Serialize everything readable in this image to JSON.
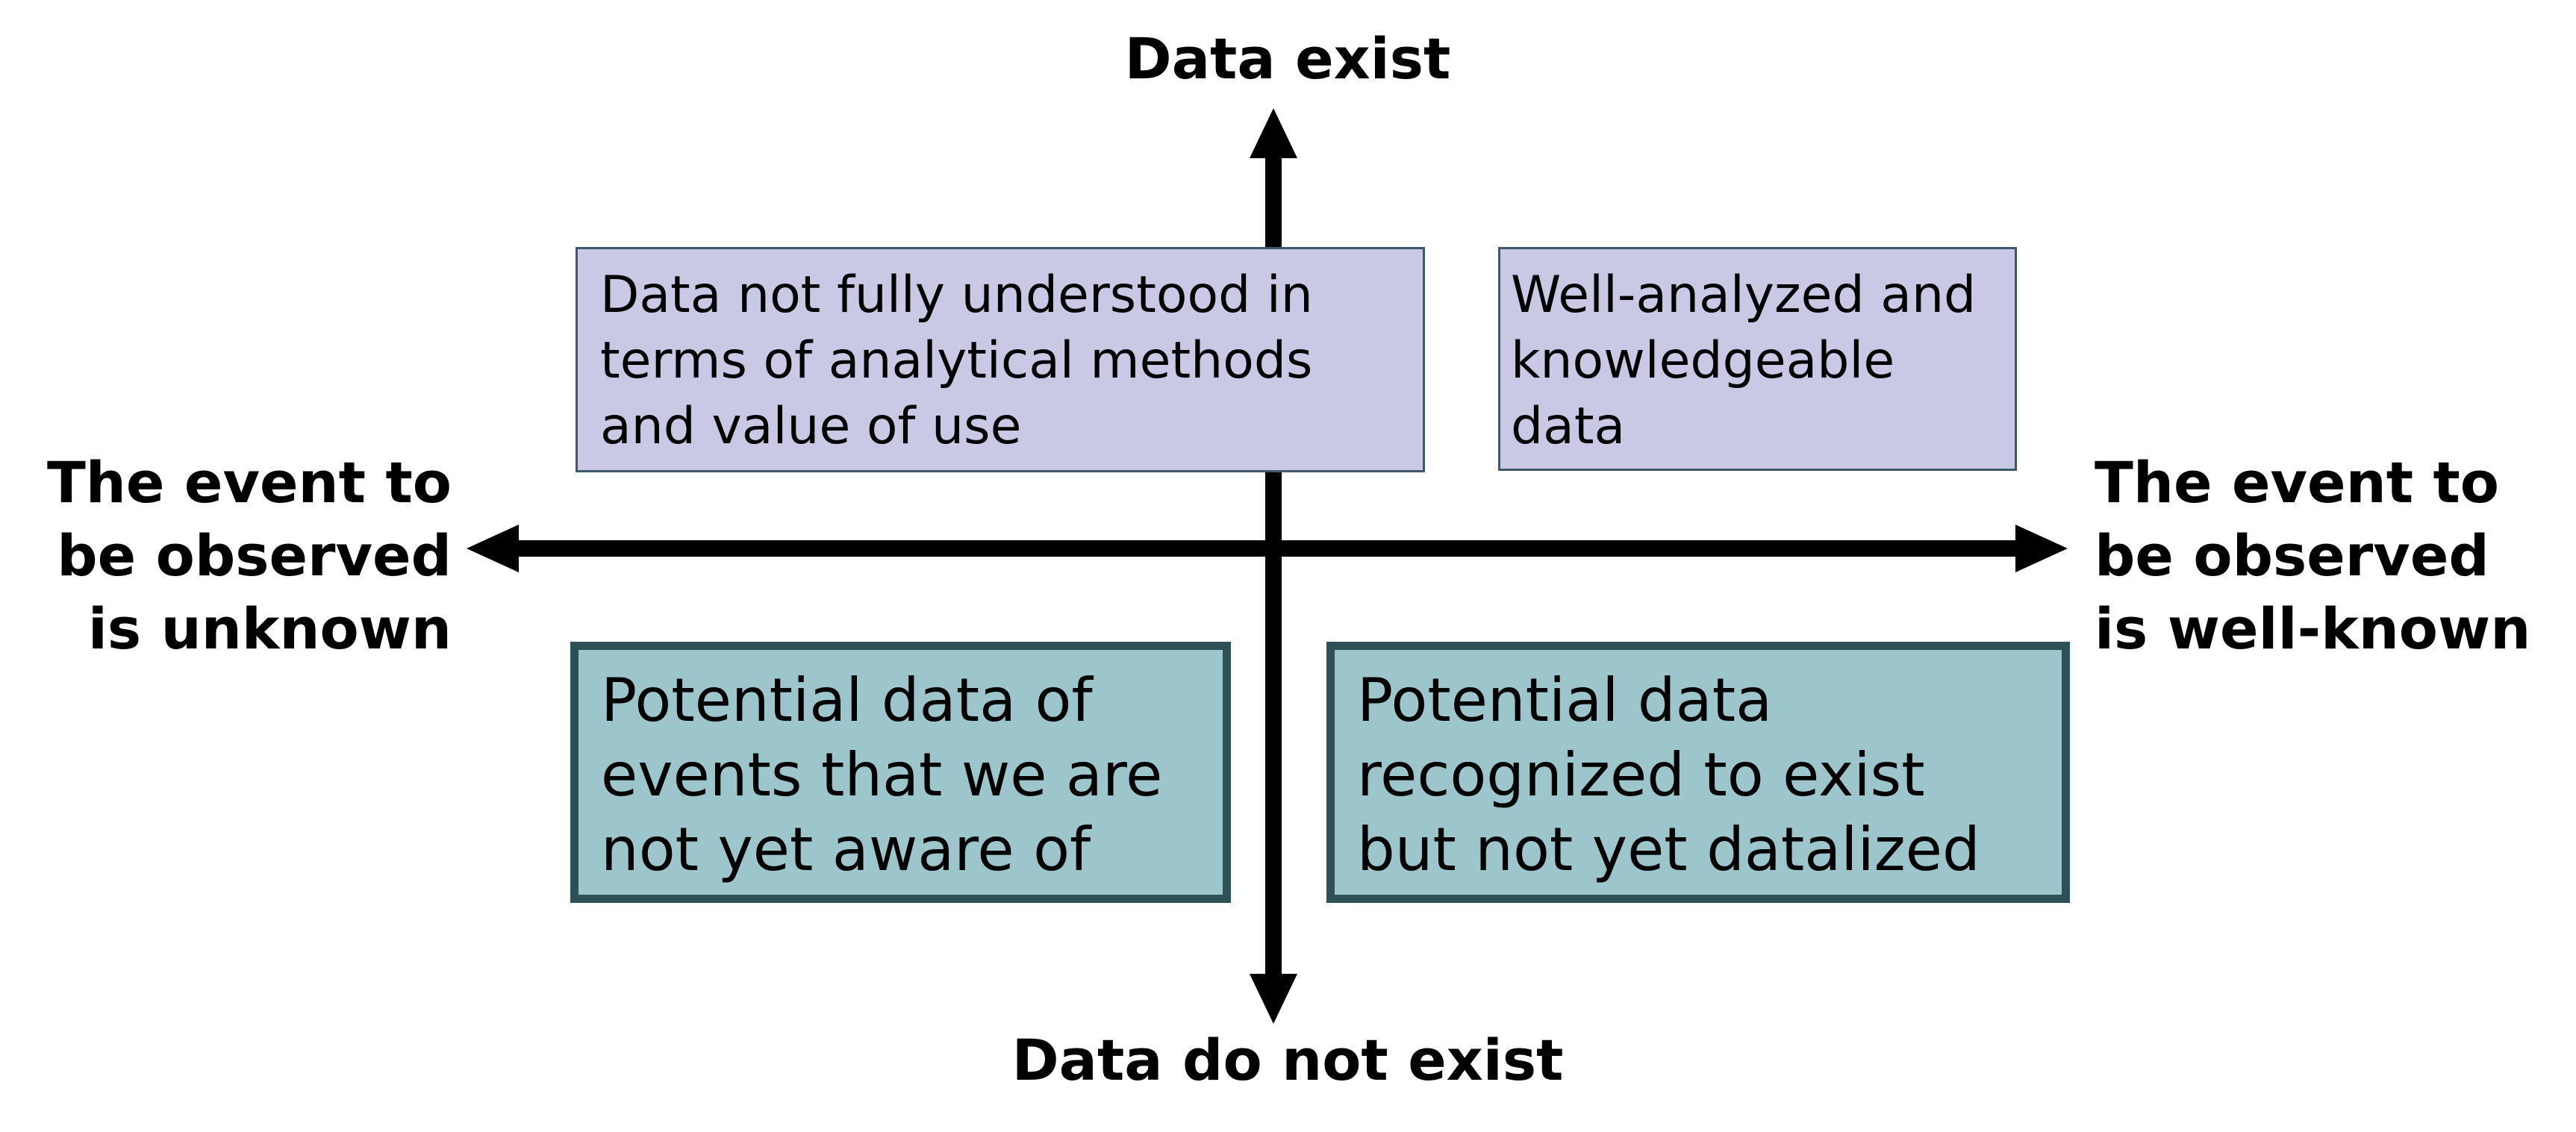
{
  "axes": {
    "top": "Data exist",
    "bottom": "Data do not exist",
    "left": [
      "The event to",
      "be observed",
      "is unknown"
    ],
    "right": [
      "The event to",
      "be observed",
      "is well-known"
    ]
  },
  "quadrants": {
    "top_left": [
      "Data not fully understood in",
      "terms of analytical methods",
      "and value of use"
    ],
    "top_right": [
      "Well-analyzed and",
      "knowledgeable",
      "data"
    ],
    "bottom_left": [
      "Potential data of",
      "events that we are",
      "not yet aware of"
    ],
    "bottom_right": [
      "Potential data",
      "recognized to exist",
      "but not yet datalized"
    ]
  },
  "colors": {
    "axis": "#000000",
    "top_box_fill": "#c9c9e6",
    "top_box_border": "#3d5a6a",
    "bottom_box_fill": "#9cc6cc",
    "bottom_box_border": "#2e5157"
  }
}
